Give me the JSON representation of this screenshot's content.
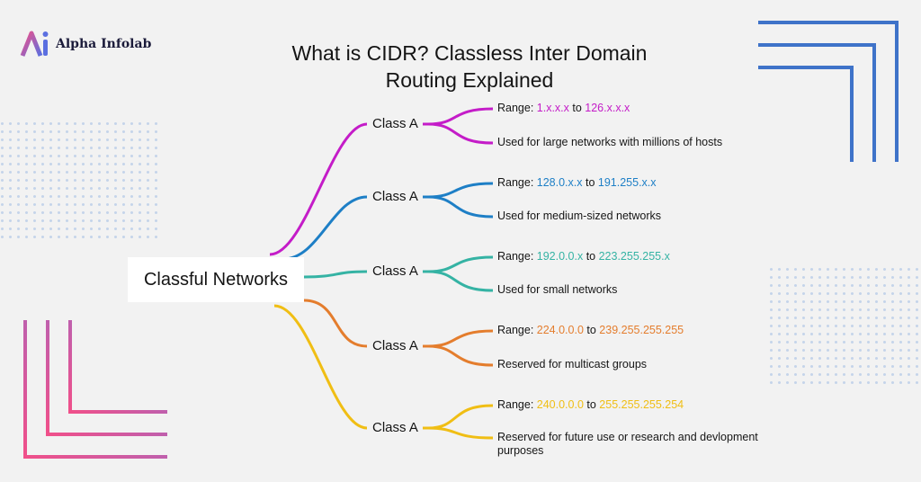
{
  "brand": {
    "name": "Alpha Infolab",
    "logo_icon": "ai-monogram-icon"
  },
  "title": "What is CIDR? Classless Inter Domain Routing Explained",
  "root": "Classful Networks",
  "colors": {
    "background": "#f2f2f2",
    "blue_accent": "#3f73c9",
    "gradient_start": "#f0508a",
    "gradient_end": "#8f6fd0"
  },
  "branches": [
    {
      "label": "Class A",
      "color": "#c41cc8",
      "range_prefix": "Range: ",
      "range_from": "1.x.x.x",
      "range_sep": " to ",
      "range_to": "126.x.x.x",
      "description": "Used for large networks with millions of hosts"
    },
    {
      "label": "Class A",
      "color": "#1e7fc6",
      "range_prefix": "Range: ",
      "range_from": "128.0.x.x",
      "range_sep": " to ",
      "range_to": "191.255.x.x",
      "description": "Used for medium-sized networks"
    },
    {
      "label": "Class A",
      "color": "#35b3a4",
      "range_prefix": "Range: ",
      "range_from": "192.0.0.x",
      "range_sep": " to ",
      "range_to": "223.255.255.x",
      "description": "Used for small networks"
    },
    {
      "label": "Class A",
      "color": "#e47d2d",
      "range_prefix": "Range: ",
      "range_from": "224.0.0.0",
      "range_sep": " to ",
      "range_to": "239.255.255.255",
      "description": "Reserved for multicast groups"
    },
    {
      "label": "Class A",
      "color": "#f0be14",
      "range_prefix": "Range: ",
      "range_from": "240.0.0.0",
      "range_sep": " to ",
      "range_to": "255.255.255.254",
      "description": "Reserved for future use or research and devlopment purposes"
    }
  ]
}
